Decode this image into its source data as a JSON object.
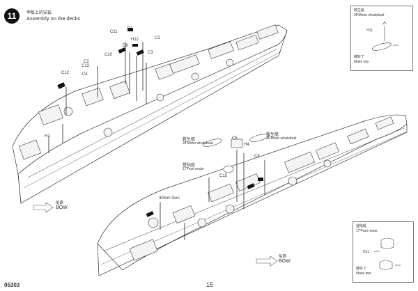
{
  "step": {
    "number": "11",
    "title_cn": "甲板上的安装",
    "title_en": "Assembly on the decks"
  },
  "parts_upper": [
    "C11",
    "D1",
    "H12",
    "C1",
    "D8",
    "C10",
    "C3",
    "C12",
    "C13",
    "C4",
    "C2",
    "H1"
  ],
  "parts_lower": [
    "C5",
    "H4",
    "C8",
    "C15"
  ],
  "labels_lower": {
    "whaleboat_7m_cn": "救生艇",
    "whaleboat_7m_en": "28'Motor whaleboat",
    "whaleboat_4m_cn": "救生艇",
    "whaleboat_4m_en": "26'Motor whaleboat",
    "motor_cn": "登陆艇",
    "motor_en": "17'Punt motor",
    "gun_40mm": "40mm Gun"
  },
  "bow_labels": [
    {
      "cn": "船首",
      "en": "BOW"
    },
    {
      "cn": "船首",
      "en": "BOW"
    }
  ],
  "inset_top": {
    "title_cn": "救生艇",
    "title_en": "28'Motor whaleboat",
    "part": "H11",
    "note_cn": "做好了",
    "note_en": "Make two"
  },
  "inset_bottom": {
    "title_cn": "登陆艇",
    "title_en": "17'Punt motor",
    "part": "G11",
    "note_cn": "做好了",
    "note_en": "Make two"
  },
  "footer": {
    "code": "05303",
    "page": "15"
  }
}
